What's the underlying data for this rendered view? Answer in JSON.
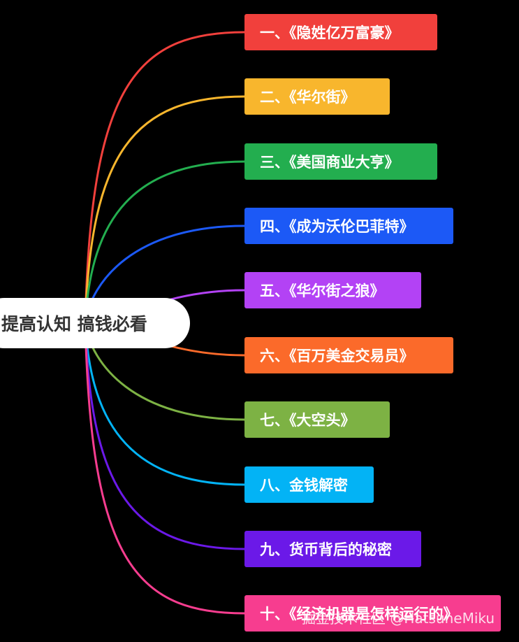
{
  "root": {
    "label": "提高认知 搞钱必看",
    "fill": "#ffffff",
    "text_color": "#333333"
  },
  "branches": [
    {
      "label": "一、《隐姓亿万富豪》",
      "color": "#f1403c"
    },
    {
      "label": "二、《华尔街》",
      "color": "#f8b62d"
    },
    {
      "label": "三、《美国商业大亨》",
      "color": "#23ae4f"
    },
    {
      "label": "四、《成为沃伦巴菲特》",
      "color": "#1c59f6"
    },
    {
      "label": "五、《华尔街之狼》",
      "color": "#b342f5"
    },
    {
      "label": "六、《百万美金交易员》",
      "color": "#fb6a2a"
    },
    {
      "label": "七、《大空头》",
      "color": "#7db244"
    },
    {
      "label": "八、金钱解密",
      "color": "#03b3f5"
    },
    {
      "label": "九、货币背后的秘密",
      "color": "#6b19e8"
    },
    {
      "label": "十、《经济机器是怎样运行的》",
      "color": "#f73d8f"
    }
  ],
  "watermark": "掘金技术社区 @HatsuneMiku"
}
